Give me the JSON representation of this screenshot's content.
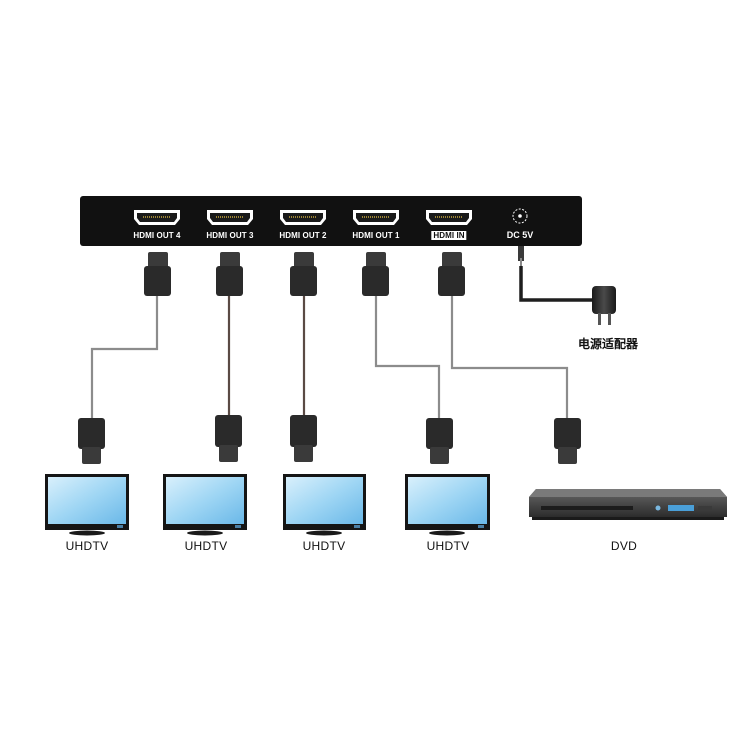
{
  "splitter": {
    "ports": [
      {
        "label": "HDMI OUT 4"
      },
      {
        "label": "HDMI OUT 3"
      },
      {
        "label": "HDMI OUT 2"
      },
      {
        "label": "HDMI OUT 1"
      },
      {
        "label": "HDMI IN"
      }
    ],
    "power_port_label": "DC 5V"
  },
  "adapter": {
    "label": "电源适配器"
  },
  "devices": {
    "tv_labels": [
      "UHDTV",
      "UHDTV",
      "UHDTV",
      "UHDTV"
    ],
    "player_label": "DVD"
  },
  "colors": {
    "chassis": "#111111",
    "cable": "#8c8c8c",
    "connector": "#2a2a2a",
    "screen": "#8ecdf0",
    "player_display": "#4a9fd8"
  }
}
